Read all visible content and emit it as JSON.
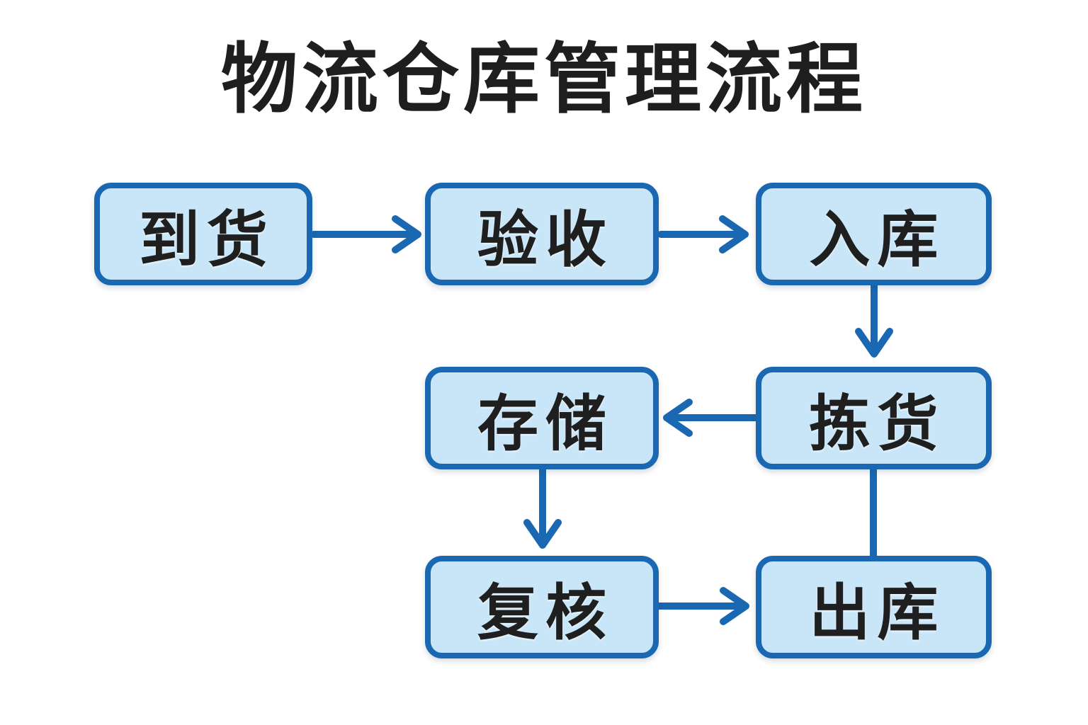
{
  "title": "物流仓库管理流程",
  "colors": {
    "background": "#ffffff",
    "box_fill": "#c9e6f8",
    "box_border": "#1a68b2",
    "arrow": "#1a68b2",
    "title_text": "#1e1e1e",
    "box_text": "#1f1f1f"
  },
  "nodes": [
    {
      "id": "arrival",
      "label": "到货"
    },
    {
      "id": "inspection",
      "label": "验收"
    },
    {
      "id": "inbound",
      "label": "入库"
    },
    {
      "id": "picking",
      "label": "拣货"
    },
    {
      "id": "storage",
      "label": "存储"
    },
    {
      "id": "recheck",
      "label": "复核"
    },
    {
      "id": "outbound",
      "label": "出库"
    }
  ],
  "connections": [
    {
      "from": "arrival",
      "to": "inspection",
      "from_label": "到货",
      "to_label": "验收",
      "arrowhead": true,
      "direction": "right"
    },
    {
      "from": "inspection",
      "to": "inbound",
      "from_label": "验收",
      "to_label": "入库",
      "arrowhead": true,
      "direction": "right"
    },
    {
      "from": "inbound",
      "to": "picking",
      "from_label": "入库",
      "to_label": "拣货",
      "arrowhead": true,
      "direction": "down"
    },
    {
      "from": "picking",
      "to": "storage",
      "from_label": "拣货",
      "to_label": "存储",
      "arrowhead": true,
      "direction": "left"
    },
    {
      "from": "storage",
      "to": "recheck",
      "from_label": "存储",
      "to_label": "复核",
      "arrowhead": true,
      "direction": "down"
    },
    {
      "from": "recheck",
      "to": "outbound",
      "from_label": "复核",
      "to_label": "出库",
      "arrowhead": true,
      "direction": "right"
    },
    {
      "from": "picking",
      "to": "outbound",
      "from_label": "拣货",
      "to_label": "出库",
      "arrowhead": false,
      "direction": "down"
    }
  ]
}
